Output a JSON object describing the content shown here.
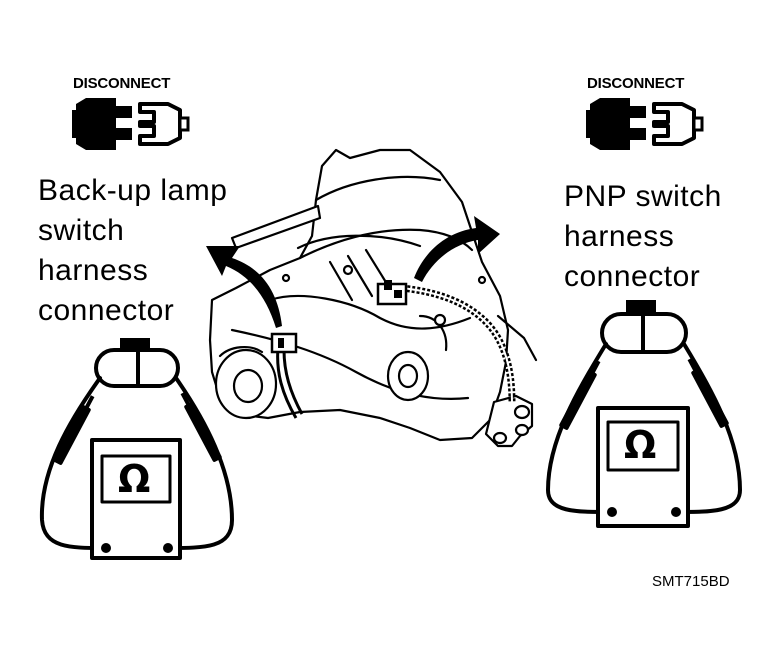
{
  "left": {
    "disconnect_label": "DISCONNECT",
    "connector_lines": [
      "Back-up lamp",
      "switch",
      "harness",
      "connector"
    ],
    "ohm_symbol": "Ω"
  },
  "right": {
    "disconnect_label": "DISCONNECT",
    "connector_lines": [
      "PNP switch",
      "harness",
      "connector"
    ],
    "ohm_symbol": "Ω"
  },
  "figure_code": "SMT715BD",
  "colors": {
    "ink": "#000000",
    "paper": "#ffffff"
  }
}
